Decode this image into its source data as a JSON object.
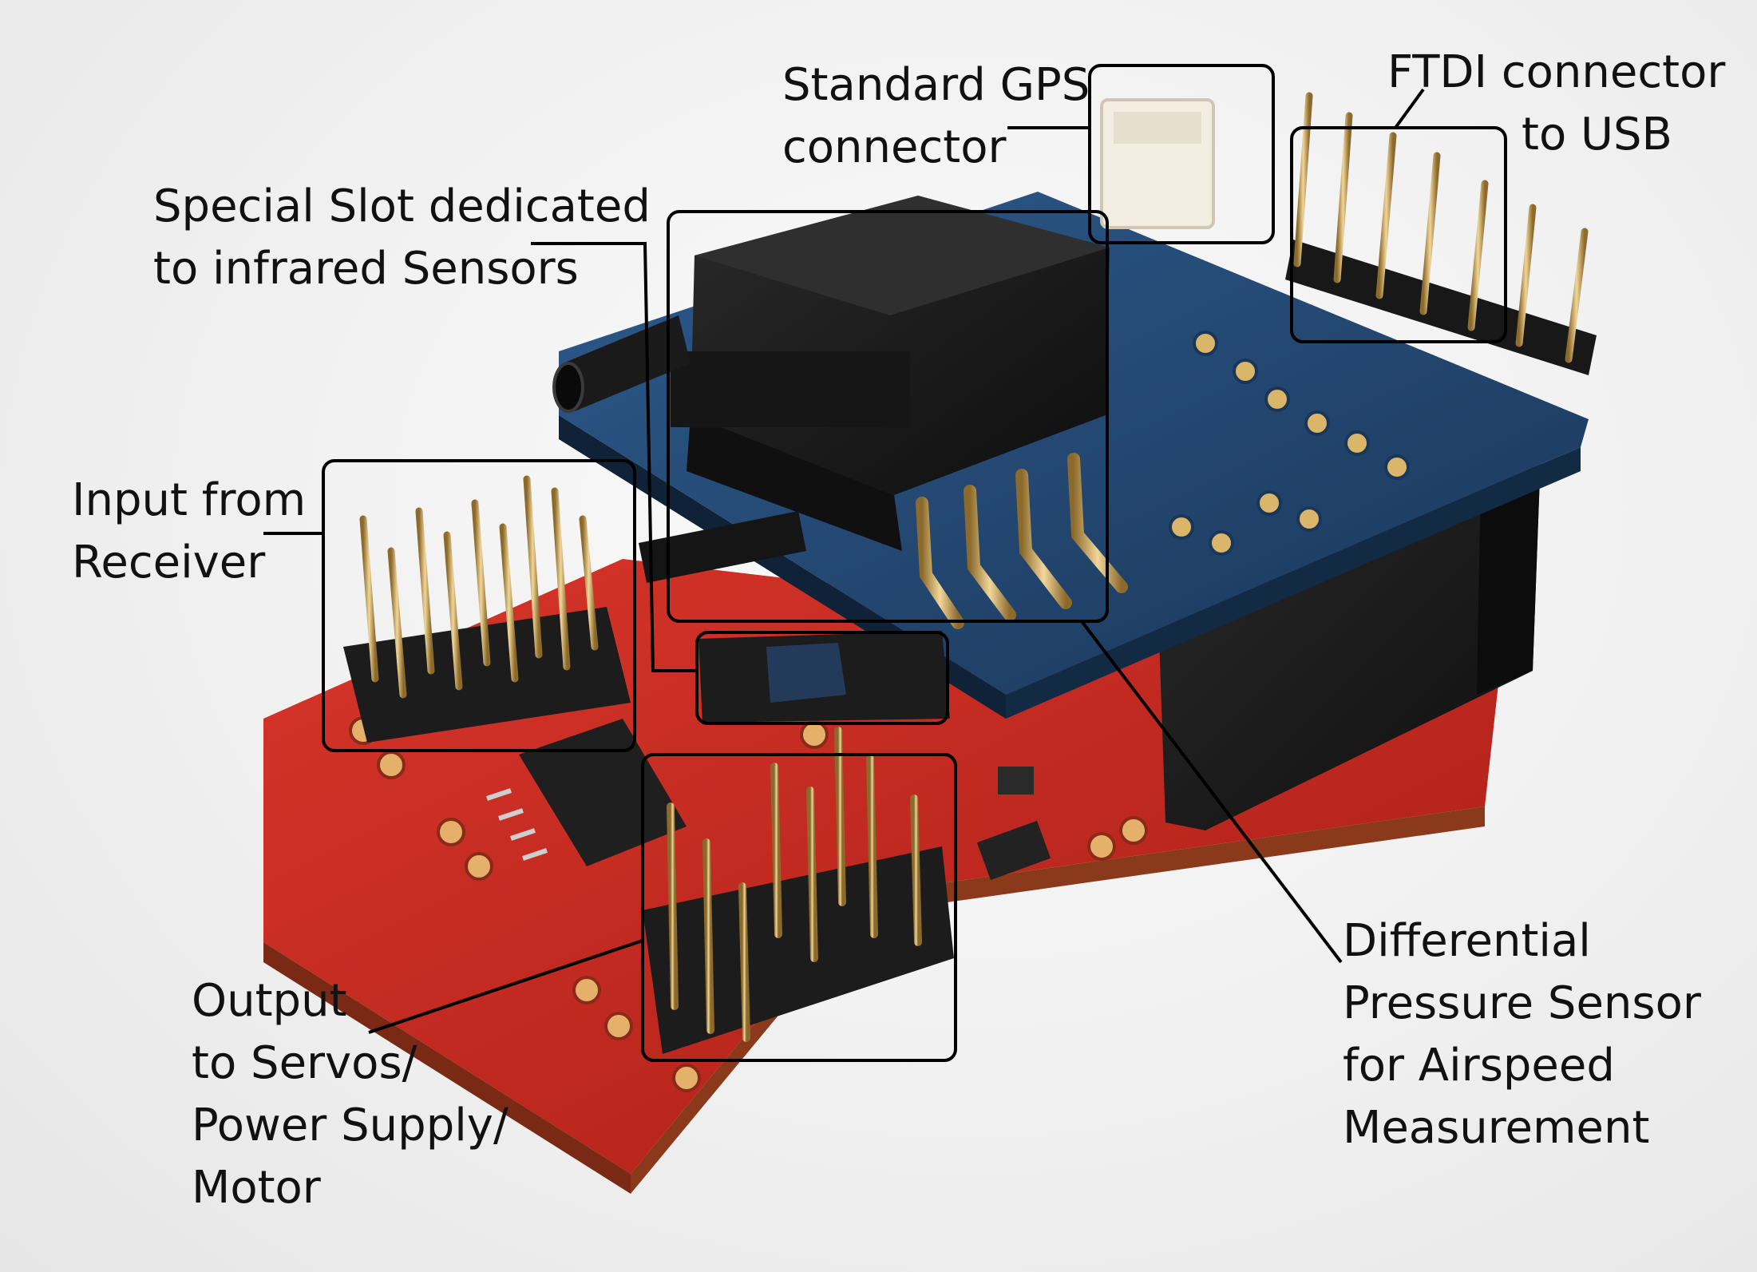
{
  "labels": {
    "gps": [
      "Standard GPS",
      "connector"
    ],
    "ftdi": [
      "FTDI connector",
      "to USB"
    ],
    "infrared": [
      "Special Slot dedicated",
      "to infrared Sensors"
    ],
    "receiver": [
      "Input from",
      "Receiver"
    ],
    "output": [
      "Output",
      "to Servos/",
      "Power Supply/",
      "Motor"
    ],
    "pressure": [
      "Differential",
      "Pressure Sensor",
      "for Airspeed",
      "Measurement"
    ]
  },
  "colors": {
    "red_board": "#c8281e",
    "blue_board": "#23466f",
    "sensor_black": "#1b1b1b",
    "pin_gold": "#c9a45a",
    "callout": "#000000"
  }
}
